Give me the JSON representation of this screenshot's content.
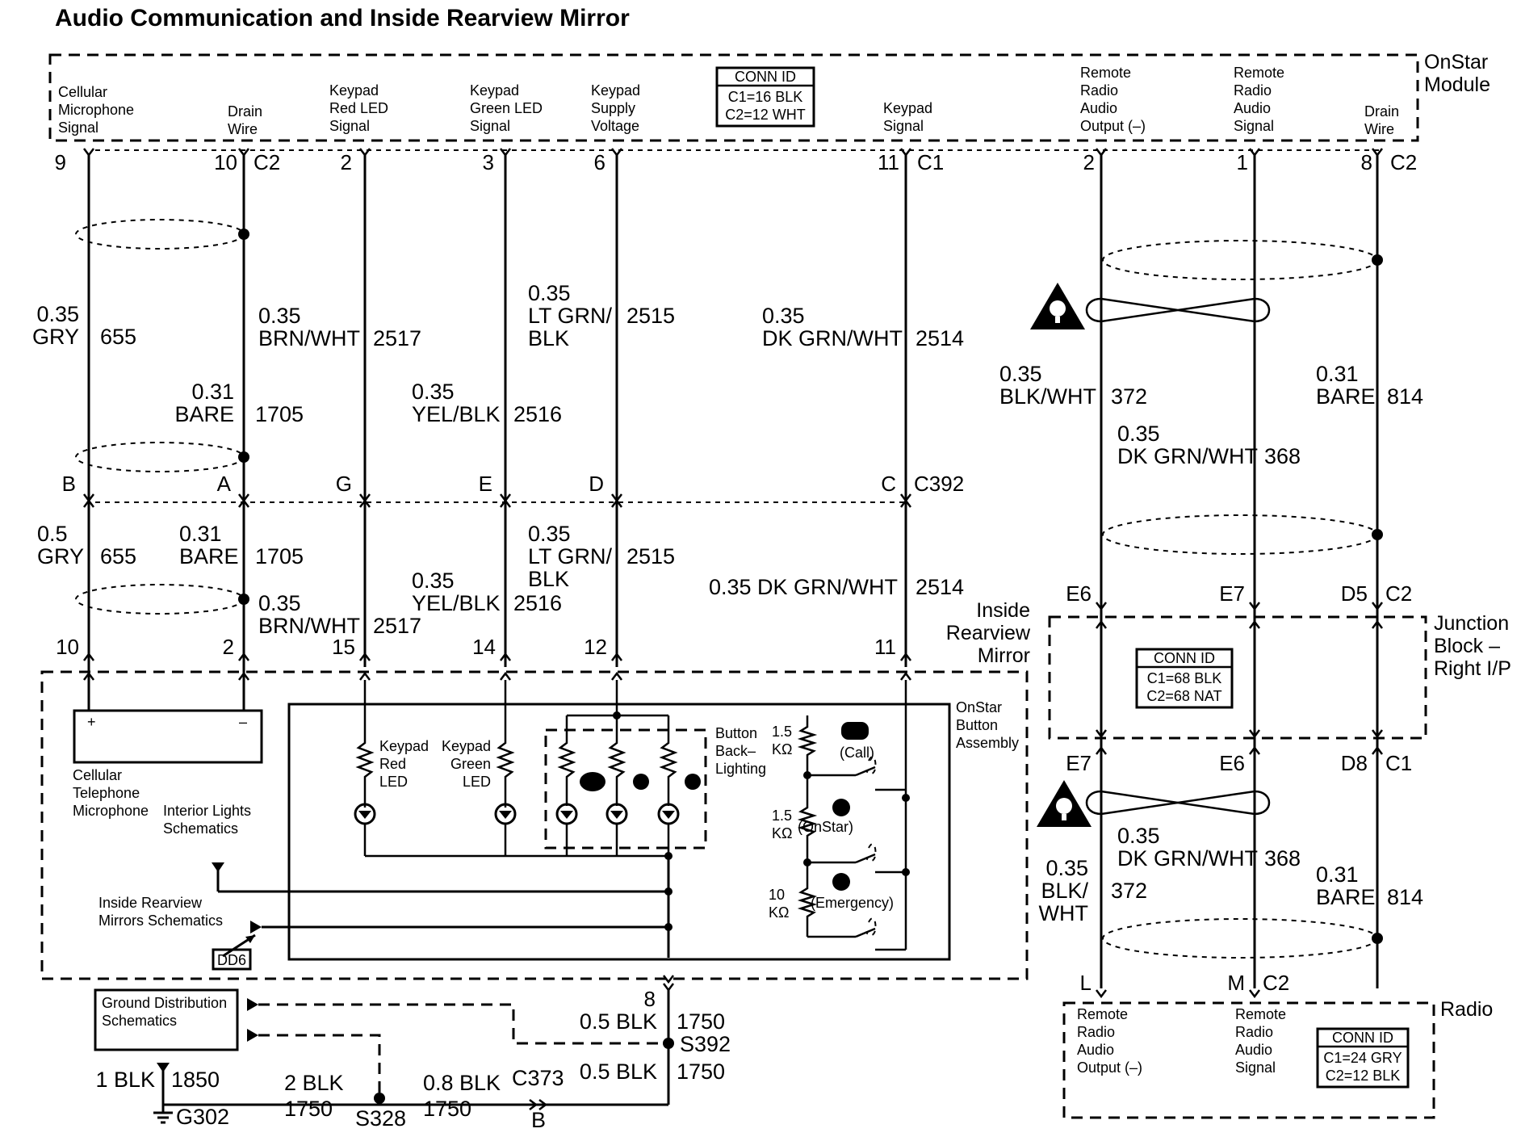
{
  "title": "Audio Communication and Inside Rearview Mirror",
  "modules": {
    "onstar": [
      "OnStar",
      "Module"
    ],
    "junction": [
      "Junction",
      "Block –",
      "Right I/P"
    ],
    "radio": "Radio",
    "mirror": [
      "Inside",
      "Rearview",
      "Mirror"
    ],
    "button_assembly": [
      "OnStar",
      "Button",
      "Assembly"
    ]
  },
  "conn_ids": {
    "onstar": {
      "header": "CONN ID",
      "lines": [
        "C1=16 BLK",
        "C2=12 WHT"
      ]
    },
    "junction": {
      "header": "CONN ID",
      "lines": [
        "C1=68 BLK",
        "C2=68 NAT"
      ]
    },
    "radio": {
      "header": "CONN ID",
      "lines": [
        "C1=24 GRY",
        "C2=12 BLK"
      ]
    }
  },
  "signals_top": [
    [
      "Cellular",
      "Microphone",
      "Signal"
    ],
    [
      "Drain",
      "Wire"
    ],
    [
      "Keypad",
      "Red LED",
      "Signal"
    ],
    [
      "Keypad",
      "Green LED",
      "Signal"
    ],
    [
      "Keypad",
      "Supply",
      "Voltage"
    ],
    [
      "Keypad",
      "Signal"
    ],
    [
      "Remote",
      "Radio",
      "Audio",
      "Output (–)"
    ],
    [
      "Remote",
      "Radio",
      "Audio",
      "Signal"
    ],
    [
      "Drain",
      "Wire"
    ]
  ],
  "signals_radio": [
    [
      "Remote",
      "Radio",
      "Audio",
      "Output (–)"
    ],
    [
      "Remote",
      "Radio",
      "Audio",
      "Signal"
    ]
  ],
  "pins": {
    "onstar": [
      "9",
      "10",
      "C2",
      "2",
      "3",
      "6",
      "11",
      "C1",
      "2",
      "1",
      "8",
      "C2"
    ],
    "c392": [
      "B",
      "A",
      "G",
      "E",
      "D",
      "C",
      "C392"
    ],
    "mirror": [
      "10",
      "2",
      "15",
      "14",
      "12",
      "11"
    ],
    "junction_top": [
      "E6",
      "E7",
      "D5",
      "C2"
    ],
    "junction_bottom": [
      "E7",
      "E6",
      "D8",
      "C1"
    ],
    "radio": [
      "L",
      "M",
      "C2"
    ],
    "ground": "8"
  },
  "wires_upper": [
    [
      "0.35",
      "GRY",
      "655"
    ],
    [
      "0.31",
      "BARE",
      "1705"
    ],
    [
      "0.35",
      "BRN/WHT",
      "2517"
    ],
    [
      "0.35",
      "YEL/BLK",
      "2516"
    ],
    [
      "0.35",
      "LT GRN/",
      "BLK",
      "2515"
    ],
    [
      "0.35",
      "DK GRN/WHT",
      "2514"
    ]
  ],
  "wires_lower": [
    [
      "0.5",
      "GRY",
      "655"
    ],
    [
      "0.31",
      "BARE",
      "1705"
    ],
    [
      "0.35",
      "BRN/WHT",
      "2517"
    ],
    [
      "0.35",
      "YEL/BLK",
      "2516"
    ],
    [
      "0.35",
      "LT GRN/",
      "BLK",
      "2515"
    ],
    "0.35 DK GRN/WHT",
    "2514"
  ],
  "wires_right_upper": [
    [
      "0.35",
      "BLK/WHT",
      "372"
    ],
    [
      "0.35",
      "DK GRN/WHT",
      "368"
    ],
    [
      "0.31",
      "BARE",
      "814"
    ]
  ],
  "wires_right_lower": [
    [
      "0.35",
      "DK GRN/WHT",
      "368"
    ],
    [
      "0.35",
      "BLK/",
      "WHT",
      "372"
    ],
    [
      "0.31",
      "BARE",
      "814"
    ]
  ],
  "components": {
    "microphone": [
      "Cellular",
      "Telephone",
      "Microphone"
    ],
    "interior_lights": [
      "Interior Lights",
      "Schematics"
    ],
    "mirror_schem": [
      "Inside Rearview",
      "Mirrors Schematics"
    ],
    "red_led": [
      "Keypad",
      "Red",
      "LED"
    ],
    "green_led": [
      "Keypad",
      "Green",
      "LED"
    ],
    "backlight": [
      "Button",
      "Back–",
      "Lighting"
    ],
    "resistors": [
      [
        "1.5",
        "KΩ"
      ],
      [
        "1.5",
        "KΩ"
      ],
      [
        "10",
        "KΩ"
      ]
    ],
    "buttons": [
      "(Call)",
      "(OnStar)",
      "(Emergency)"
    ],
    "dd6": "DD6",
    "ground_dist": [
      "Ground Distribution",
      "Schematics"
    ]
  },
  "ground": {
    "s392": "S392",
    "s328": "S328",
    "c373": "C373",
    "c373_pin": "B",
    "g302": "G302",
    "w_top": [
      "0.5 BLK",
      "1750"
    ],
    "w_bottom": [
      "0.5 BLK",
      "1750"
    ],
    "w_g302": [
      "1 BLK",
      "1850"
    ],
    "w_s328": [
      "2 BLK",
      "1750"
    ],
    "w_c373": [
      "0.8 BLK",
      "1750"
    ]
  }
}
